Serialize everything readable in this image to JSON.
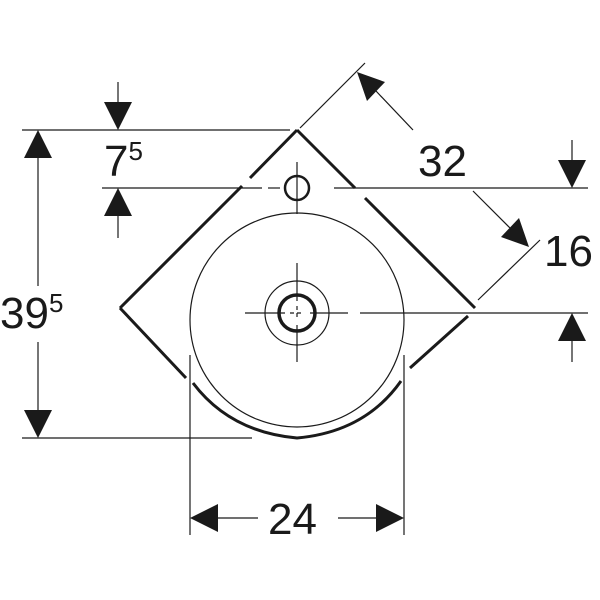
{
  "drawing": {
    "subject": "corner washbasin dimension drawing",
    "line_color": "#1a1a1a",
    "background": "#ffffff"
  },
  "dimensions": {
    "tap_hole_offset": {
      "main": "7",
      "sup": "5"
    },
    "diagonal_width": {
      "main": "32"
    },
    "waste_offset": {
      "main": "16"
    },
    "total_depth": {
      "main": "39",
      "sup": "5"
    },
    "bowl_width": {
      "main": "24"
    }
  }
}
